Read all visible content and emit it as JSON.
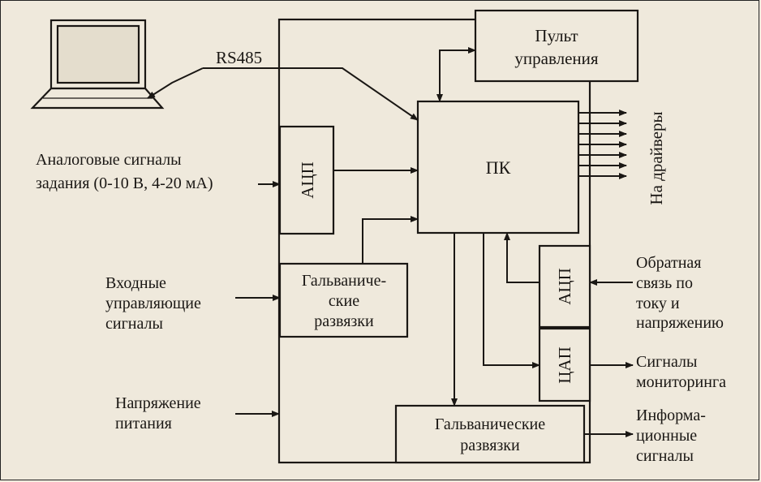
{
  "rs485": "RS485",
  "analog": [
    "Аналоговые сигналы",
    "задания (0-10 В, 4-20 мА)"
  ],
  "pult": [
    "Пульт",
    "управления"
  ],
  "adc": "АЦП",
  "pk": "ПК",
  "drivers": "На драйверы",
  "input": [
    "Входные",
    "управляющие",
    "сигналы"
  ],
  "galv_top": [
    "Гальваничe-",
    "ские",
    "развязки"
  ],
  "feedback": [
    "Обратная",
    "связь по",
    "току и",
    "напряжению"
  ],
  "dac": "ЦАП",
  "monitoring": [
    "Сигналы",
    "мониторинга"
  ],
  "power": [
    "Напряжение",
    "питания"
  ],
  "galv_bottom": [
    "Гальванические",
    "развязки"
  ],
  "info": [
    "Информа-",
    "ционные",
    "сигналы"
  ]
}
